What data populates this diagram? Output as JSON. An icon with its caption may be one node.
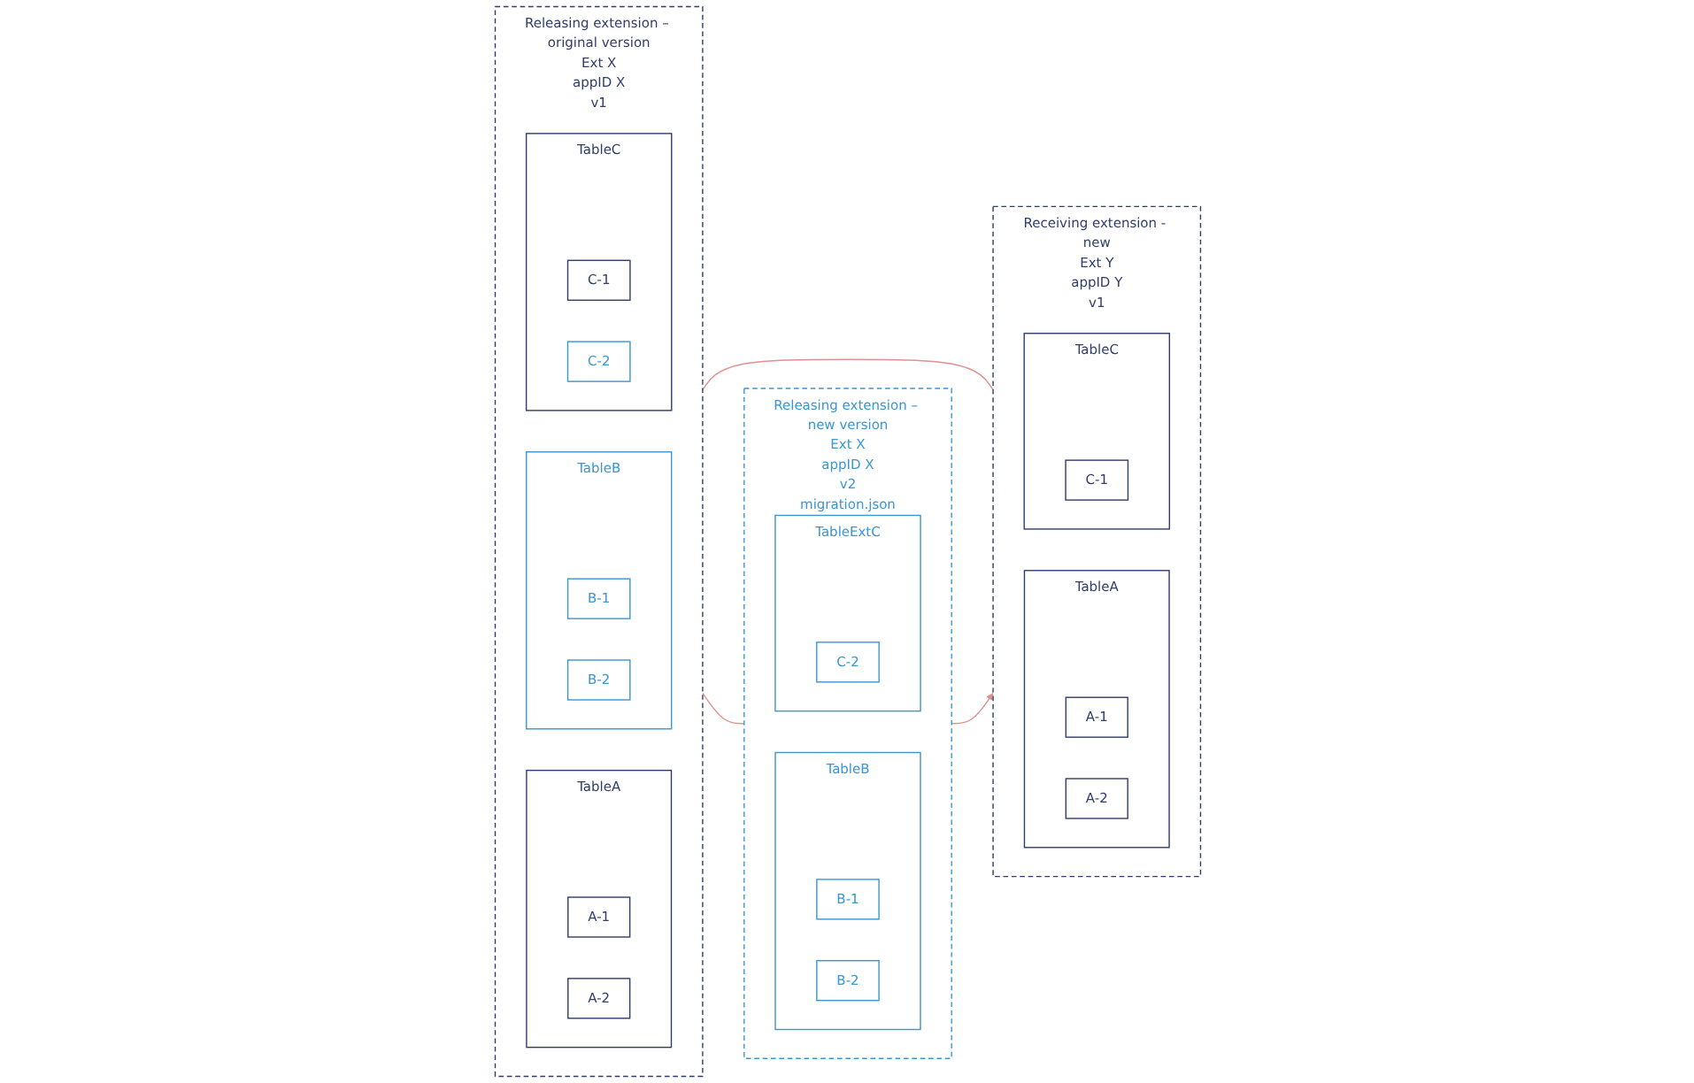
{
  "diagram": {
    "nodes": [
      {
        "text": [
          "Releasing extension – original version",
          "Ext X",
          "appID X",
          "v1"
        ]
      },
      {
        "text": [
          "TableA"
        ],
        "in": 0
      },
      {
        "text": [
          "A-1"
        ],
        "in": 1
      },
      {
        "text": [
          "A-2"
        ],
        "in": 1
      },
      {
        "text": [
          "TableB"
        ],
        "in": 0
      },
      {
        "text": [
          "B-1"
        ],
        "in": 4
      },
      {
        "text": [
          "B-2"
        ],
        "in": 4
      },
      {
        "text": [
          "TableC"
        ],
        "in": 0
      },
      {
        "text": [
          "C-1"
        ],
        "in": 7
      },
      {
        "text": [
          "C-2"
        ],
        "in": 7
      },
      {
        "text": [
          "Releasing extension – new version",
          "Ext X",
          "appID X",
          "v2",
          "migration.json"
        ]
      },
      {
        "text": [
          "TableB"
        ],
        "in": 10
      },
      {
        "text": [
          "B-1"
        ],
        "in": 11
      },
      {
        "text": [
          "B-2"
        ],
        "in": 11
      },
      {
        "text": [
          "TableExtC"
        ],
        "in": 10
      },
      {
        "text": [
          "C-2"
        ],
        "in": 14
      },
      {
        "text": [
          "Receiving extension - new",
          "Ext Y",
          "appID Y",
          "v1"
        ]
      },
      {
        "text": [
          "TableA"
        ],
        "in": 16
      },
      {
        "text": [
          "A-1"
        ],
        "in": 17
      },
      {
        "text": [
          "A-2"
        ],
        "in": 17
      },
      {
        "text": [
          "TableC"
        ],
        "in": 16
      },
      {
        "text": [
          "C-1"
        ],
        "in": 20
      }
    ],
    "edges": [
      {
        "from": 0,
        "to": 10,
        "arrow": "none"
      },
      {
        "from": 0,
        "to": 16,
        "arrow": "none"
      },
      {
        "from": 10,
        "to": 16,
        "arrow": "to"
      }
    ]
  }
}
